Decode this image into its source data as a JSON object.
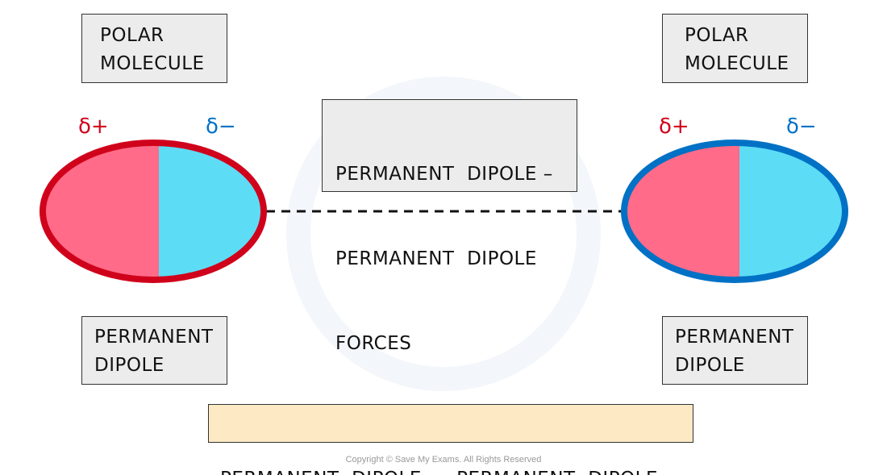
{
  "left_molecule": {
    "label_lines": [
      "POLAR",
      "MOLECULE"
    ],
    "delta_plus": "δ+",
    "delta_minus": "δ−",
    "outline_color": "#d0021b",
    "dipole_lines": [
      "PERMANENT",
      "DIPOLE"
    ]
  },
  "right_molecule": {
    "label_lines": [
      "POLAR",
      "MOLECULE"
    ],
    "delta_plus": "δ+",
    "delta_minus": "δ−",
    "outline_color": "#0071c5",
    "dipole_lines": [
      "PERMANENT",
      "DIPOLE"
    ]
  },
  "force_label_lines": [
    "PERMANENT  DIPOLE –",
    "PERMANENT  DIPOLE",
    "FORCES"
  ],
  "bottom_label": "PERMANENT  DIPOLE  –  PERMANENT  DIPOLE",
  "copyright": "Copyright © Save My Exams. All Rights Reserved",
  "colors": {
    "positive_half": "#ff6b88",
    "negative_half": "#5ddcf6",
    "delta_plus_text": "#d0021b",
    "delta_minus_text": "#0071c5",
    "label_box": "#ececec",
    "bottom_box": "#fde9c4"
  }
}
